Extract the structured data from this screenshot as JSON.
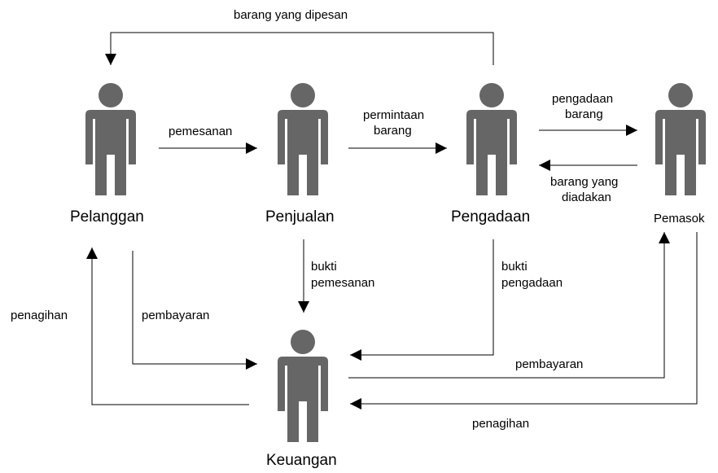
{
  "actors": {
    "pelanggan": {
      "name": "Pelanggan",
      "icon": "person-icon"
    },
    "penjualan": {
      "name": "Penjualan",
      "icon": "person-icon"
    },
    "pengadaan": {
      "name": "Pengadaan",
      "icon": "person-icon"
    },
    "pemasok": {
      "name": "Pemasok",
      "icon": "person-icon"
    },
    "keuangan": {
      "name": "Keuangan",
      "icon": "person-icon"
    }
  },
  "flows": {
    "barang_yang_dipesan": "barang yang dipesan",
    "pemesanan": "pemesanan",
    "permintaan_barang": {
      "line1": "permintaan",
      "line2": "barang"
    },
    "pengadaan_barang": {
      "line1": "pengadaan",
      "line2": "barang"
    },
    "barang_yang_diadakan": {
      "line1": "barang yang",
      "line2": "diadakan"
    },
    "bukti_pemesanan": {
      "line1": "bukti",
      "line2": "pemesanan"
    },
    "bukti_pengadaan": {
      "line1": "bukti",
      "line2": "pengadaan"
    },
    "penagihan_pelanggan": "penagihan",
    "pembayaran_pelanggan": "pembayaran",
    "pembayaran_pemasok": "pembayaran",
    "penagihan_pemasok": "penagihan"
  },
  "colors": {
    "person": "#666666",
    "line": "#000000",
    "background": "#ffffff"
  }
}
